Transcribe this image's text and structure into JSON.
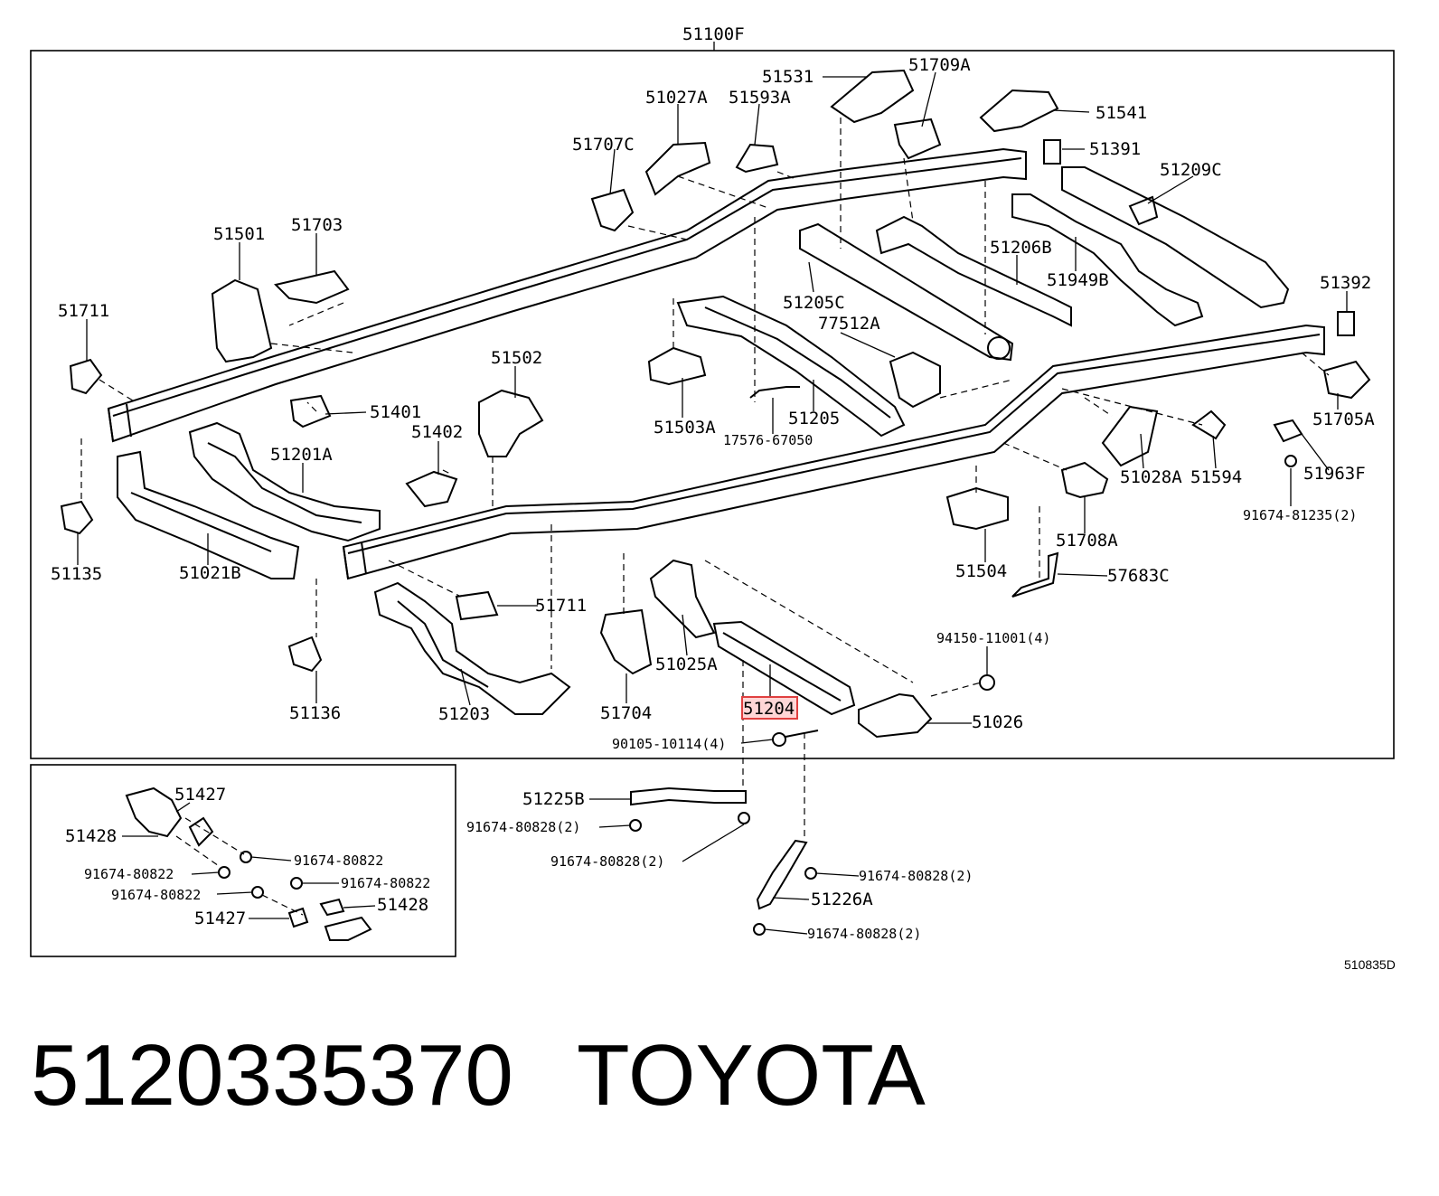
{
  "diagram": {
    "assembly_label": "51100F",
    "diagram_code": "510835D",
    "highlighted_part": "51204",
    "highlight_color": "#e04040"
  },
  "parts": {
    "p51531": "51531",
    "p51709A": "51709A",
    "p51027A": "51027A",
    "p51593A": "51593A",
    "p51541": "51541",
    "p51707C": "51707C",
    "p51391": "51391",
    "p51209C": "51209C",
    "p51501": "51501",
    "p51703": "51703",
    "p51206B": "51206B",
    "p51949B": "51949B",
    "p51392": "51392",
    "p51711a": "51711",
    "p51205C": "51205C",
    "p77512A": "77512A",
    "p51502": "51502",
    "p51401": "51401",
    "p51503A": "51503A",
    "p51205": "51205",
    "p17576": "17576-67050",
    "p51705A": "51705A",
    "p51402": "51402",
    "p51201A": "51201A",
    "p51028A": "51028A",
    "p51594": "51594",
    "p51963F": "51963F",
    "p91674_81235": "91674-81235(2)",
    "p51708A": "51708A",
    "p51135": "51135",
    "p51021B": "51021B",
    "p51504": "51504",
    "p57683C": "57683C",
    "p51711b": "51711",
    "p94150": "94150-11001(4)",
    "p51025A": "51025A",
    "p51136": "51136",
    "p51203": "51203",
    "p51704": "51704",
    "p51204": "51204",
    "p51026": "51026",
    "p90105": "90105-10114(4)",
    "p51225B": "51225B",
    "p91674_80828a": "91674-80828(2)",
    "p91674_80828b": "91674-80828(2)",
    "p91674_80828c": "91674-80828(2)",
    "p51226A": "51226A",
    "p91674_80828d": "91674-80828(2)"
  },
  "inset": {
    "p51427a": "51427",
    "p51428a": "51428",
    "p91674_80822a": "91674-80822",
    "p91674_80822b": "91674-80822",
    "p91674_80822c": "91674-80822",
    "p91674_80822d": "91674-80822",
    "p51428b": "51428",
    "p51427b": "51427"
  },
  "caption": {
    "part_number": "5120335370",
    "brand": "TOYOTA"
  }
}
